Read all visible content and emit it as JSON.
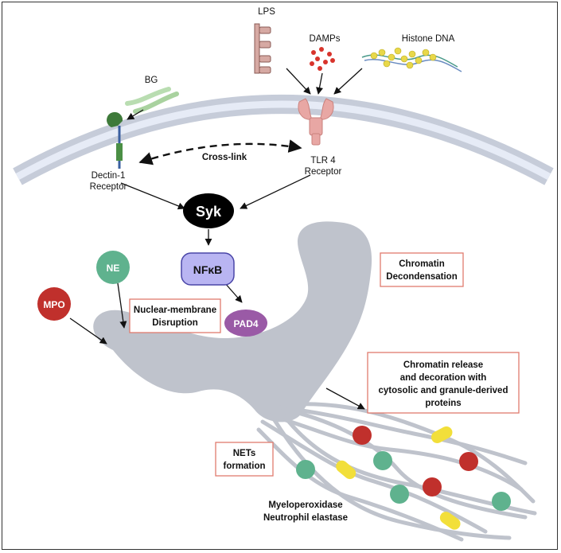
{
  "ligands": {
    "lps": "LPS",
    "damps": "DAMPs",
    "histone_dna": "Histone DNA",
    "bg": "BG"
  },
  "receptors": {
    "dectin_line1": "Dectin-1",
    "dectin_line2": "Receptor",
    "tlr4_line1": "TLR 4",
    "tlr4_line2": "Receptor",
    "crosslink": "Cross-link"
  },
  "nodes": {
    "syk": "Syk",
    "nfkb": "NFκB",
    "pad4": "PAD4",
    "ne": "NE",
    "mpo": "MPO"
  },
  "boxes": {
    "chromatin_decondensation": [
      "Chromatin",
      "Decondensation"
    ],
    "nuclear_membrane": [
      "Nuclear-membrane",
      "Disruption"
    ],
    "chromatin_release": [
      "Chromatin release",
      "and decoration with",
      "cytosolic and granule-derived",
      "proteins"
    ],
    "nets_formation": [
      "NETs",
      "formation"
    ]
  },
  "legend": {
    "line1": "Myeloperoxidase",
    "line2": "Neutrophil elastase"
  },
  "colors": {
    "membrane_outer": "#c6ccd9",
    "membrane_inner": "#e6ebf6",
    "nucleus": "#bfc3cc",
    "mpo_red": "#c0302c",
    "ne_green": "#5fb28e",
    "nfkb_fill": "#b9b5f2",
    "pad4_fill": "#9a5aa6",
    "box_border": "#e07b6e",
    "yellow": "#f2df3a",
    "tlr_pink": "#e8a7a4",
    "dectin_green": "#3e7a3a"
  }
}
